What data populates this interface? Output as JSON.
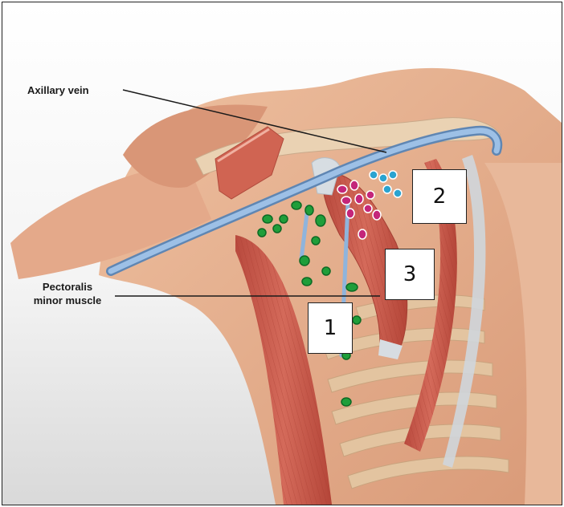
{
  "labels": {
    "axillary_vein": "Axillary vein",
    "pectoralis_line1": "Pectoralis",
    "pectoralis_line2": "minor muscle"
  },
  "level_markers": [
    "1",
    "2",
    "3"
  ],
  "lymph_node_groups": [
    {
      "group": "green",
      "color": "#1f9e3a"
    },
    {
      "group": "magenta",
      "color": "#c4267a"
    },
    {
      "group": "blue",
      "color": "#2aa3d0"
    }
  ],
  "colors": {
    "skin": "#e7b392",
    "muscle": "#c9584a",
    "vein": "#8fb4dc",
    "bone": "#ead2b3",
    "tendon": "#cfd6dc"
  }
}
